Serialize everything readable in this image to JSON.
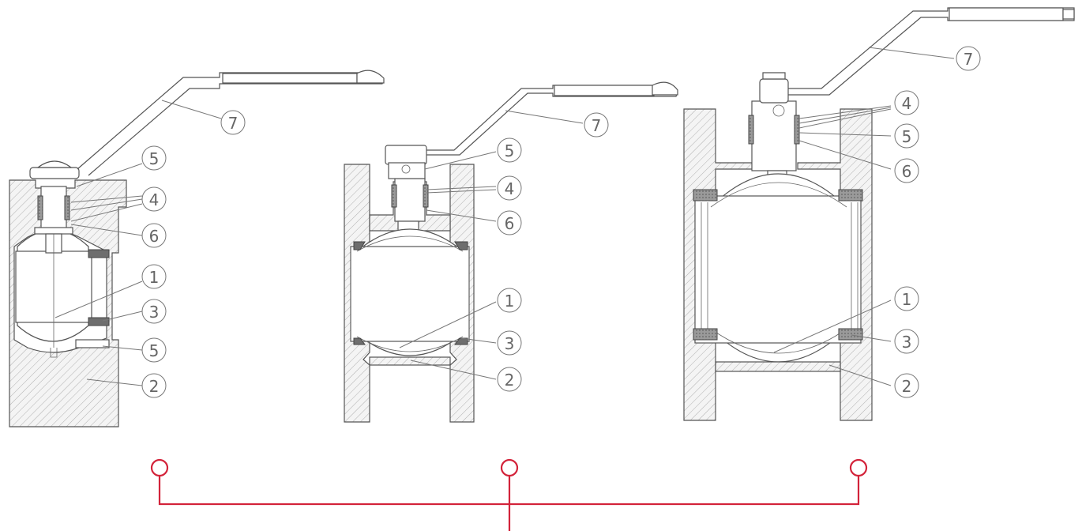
{
  "accent_color": "#d3233a",
  "callouts": {
    "v1": [
      "5",
      "4",
      "6",
      "1",
      "3",
      "5",
      "2",
      "7"
    ],
    "v2": [
      "5",
      "4",
      "6",
      "1",
      "3",
      "2",
      "7"
    ],
    "v3": [
      "4",
      "5",
      "6",
      "1",
      "3",
      "2",
      "7"
    ]
  }
}
